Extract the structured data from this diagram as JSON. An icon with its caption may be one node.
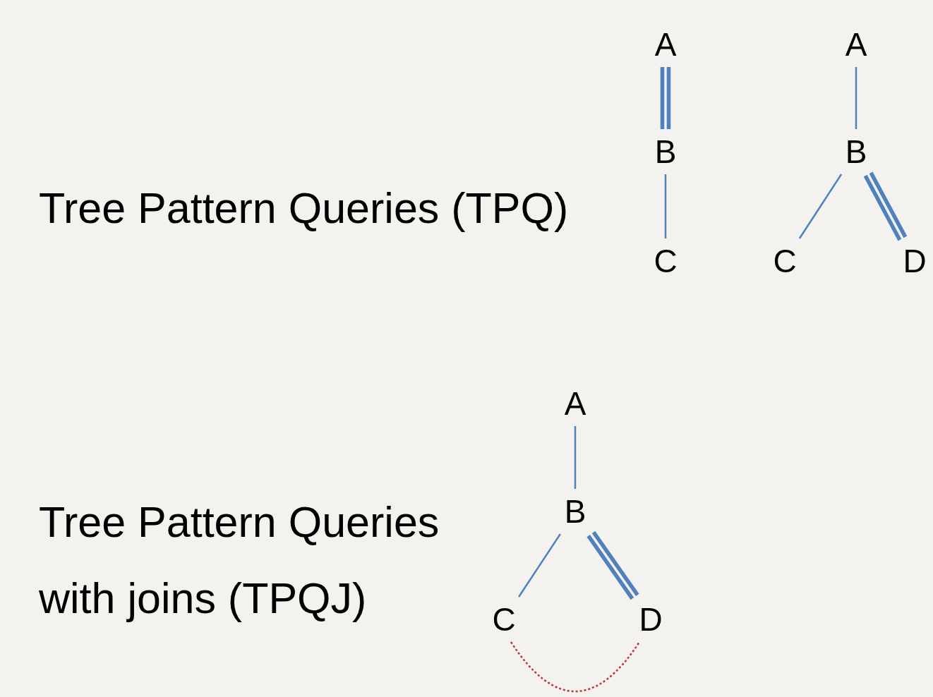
{
  "diagram": {
    "nodes": [
      {
        "text": [
          "A"
        ]
      },
      {
        "text": [
          "B"
        ]
      },
      {
        "text": [
          "C"
        ]
      },
      {
        "text": [
          "A"
        ]
      },
      {
        "text": [
          "B"
        ]
      },
      {
        "text": [
          "C"
        ]
      },
      {
        "text": [
          "D"
        ]
      },
      {
        "text": [
          "A"
        ]
      },
      {
        "text": [
          "B"
        ]
      },
      {
        "text": [
          "C"
        ]
      },
      {
        "text": [
          "D"
        ]
      }
    ],
    "edges": [
      {
        "from": 0,
        "to": 1,
        "arrow": "none",
        "style": "thick"
      },
      {
        "from": 1,
        "to": 2,
        "arrow": "none"
      },
      {
        "from": 3,
        "to": 4,
        "arrow": "none"
      },
      {
        "from": 4,
        "to": 5,
        "arrow": "none"
      },
      {
        "from": 4,
        "to": 6,
        "arrow": "none",
        "style": "thick"
      },
      {
        "from": 7,
        "to": 8,
        "arrow": "none"
      },
      {
        "from": 8,
        "to": 9,
        "arrow": "none"
      },
      {
        "from": 8,
        "to": 10,
        "arrow": "none",
        "style": "thick"
      },
      {
        "from": 9,
        "to": 10,
        "arrow": "none",
        "style": "dashed",
        "color": "#b8383b"
      }
    ],
    "labels": [
      "Tree Pattern Queries (TPQ)",
      "Tree Pattern Queries with joins (TPQJ)"
    ]
  }
}
